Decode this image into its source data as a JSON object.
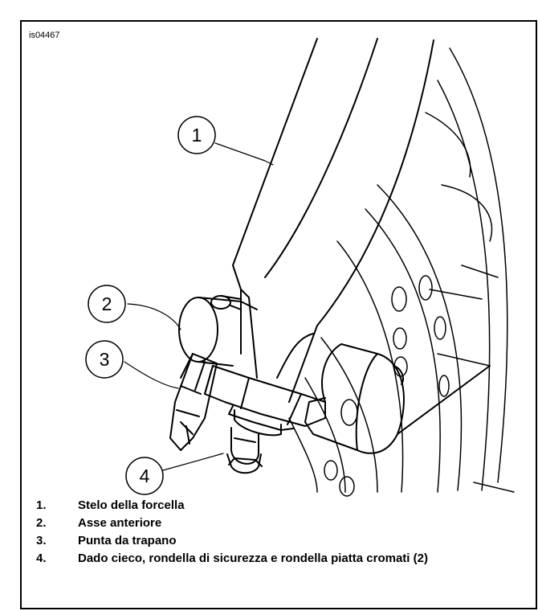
{
  "figure": {
    "id": "is04467"
  },
  "callouts": [
    "1",
    "2",
    "3",
    "4"
  ],
  "legend": [
    {
      "num": "1.",
      "text": "Stelo della forcella"
    },
    {
      "num": "2.",
      "text": "Asse anteriore"
    },
    {
      "num": "3.",
      "text": "Punta da trapano"
    },
    {
      "num": "4.",
      "text": "Dado cieco, rondella di sicurezza e rondella piatta cromati (2)"
    }
  ]
}
